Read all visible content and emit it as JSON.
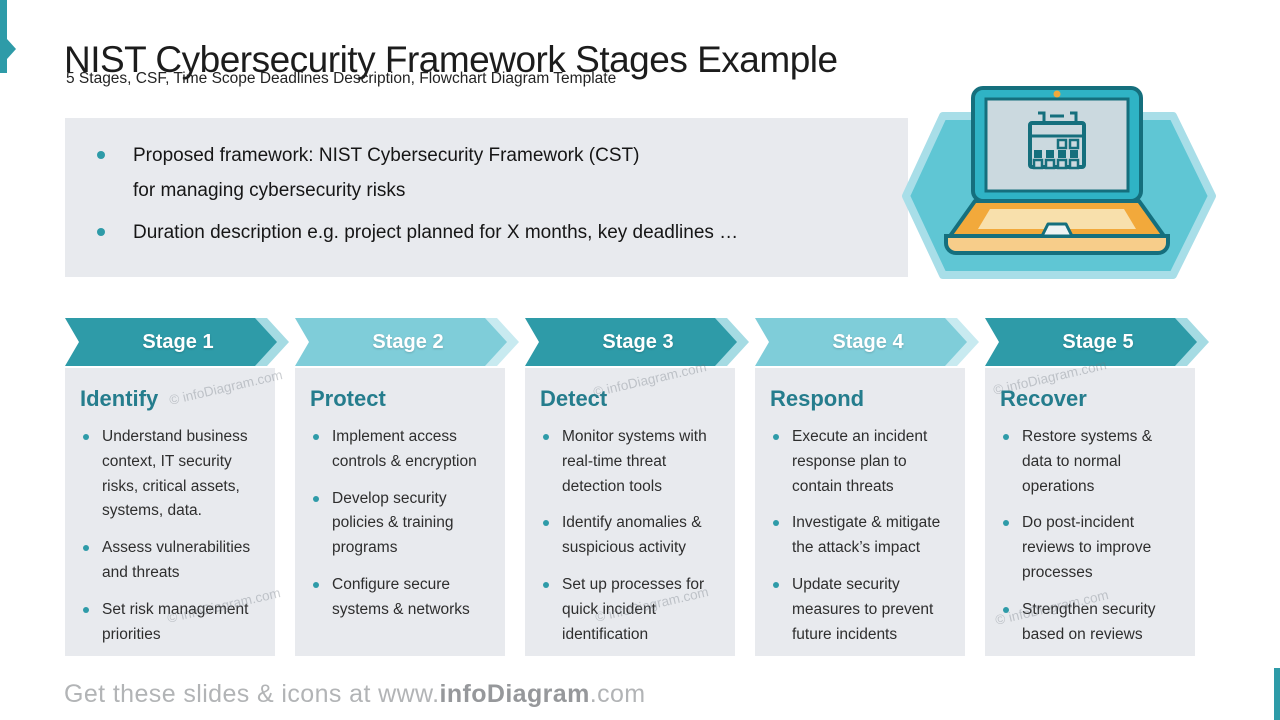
{
  "header": {
    "title": "NIST Cybersecurity Framework Stages Example",
    "subtitle": "5 Stages, CSF,  Time Scope Deadlines Description, Flowchart Diagram Template"
  },
  "intro": {
    "bullets": [
      {
        "lines": [
          "Proposed framework: NIST Cybersecurity Framework (CST)",
          "for managing cybersecurity risks"
        ]
      },
      {
        "lines": [
          "Duration description e.g. project planned for X months, key deadlines …"
        ]
      }
    ]
  },
  "illustration": {
    "name": "laptop-with-calendar-on-screen-in-hexagon"
  },
  "stages": [
    {
      "banner": "Stage 1",
      "variant": "dark",
      "heading": "Identify",
      "bullets": [
        "Understand business context, IT security risks, critical assets, systems, data.",
        "Assess vulnerabilities and threats",
        "Set risk management priorities"
      ]
    },
    {
      "banner": "Stage 2",
      "variant": "light",
      "heading": "Protect",
      "bullets": [
        "Implement access controls & encryption",
        "Develop security policies & training programs",
        "Configure secure systems & networks"
      ]
    },
    {
      "banner": "Stage 3",
      "variant": "dark",
      "heading": "Detect",
      "bullets": [
        "Monitor systems with real-time threat detection tools",
        "Identify anomalies & suspicious activity",
        "Set up processes for quick incident identification"
      ]
    },
    {
      "banner": "Stage 4",
      "variant": "light",
      "heading": "Respond",
      "bullets": [
        "Execute an incident response plan to contain threats",
        "Investigate & mitigate the attack’s impact",
        "Update security measures to prevent future incidents"
      ]
    },
    {
      "banner": "Stage 5",
      "variant": "dark",
      "heading": "Recover",
      "bullets": [
        "Restore systems & data to normal operations",
        "Do post-incident reviews to improve processes",
        "Strengthen security based on reviews"
      ]
    }
  ],
  "footer": {
    "prefix": "Get these slides & icons at www.",
    "bold": "infoDiagram",
    "suffix": ".com"
  },
  "watermark": {
    "text": "© infoDiagram.com"
  },
  "theme": {
    "accent_dark": "#2E9BA8",
    "accent_light": "#7FCDD9",
    "shadow_on_dark": "#A5DBE3",
    "shadow_on_light": "#C8EAF0",
    "panel_bg": "#E8EAEE",
    "heading_teal": "#257D8D",
    "bullet_dot": "#2E9BA8",
    "title_color": "#1C1C1C",
    "body_text": "#2E2E2E",
    "footer_gray": "#B2B4B6",
    "footer_gray_bold": "#96989B",
    "hex_fill": "#5FC6D4",
    "hex_border": "#A8DEE8",
    "laptop_lid": "#2FB3C5",
    "laptop_outline": "#156F7D",
    "laptop_screen": "#CBD9DF",
    "laptop_orange": "#F2A93B",
    "laptop_orange_light": "#F8E0AC",
    "laptop_front": "#F7CD8A"
  }
}
